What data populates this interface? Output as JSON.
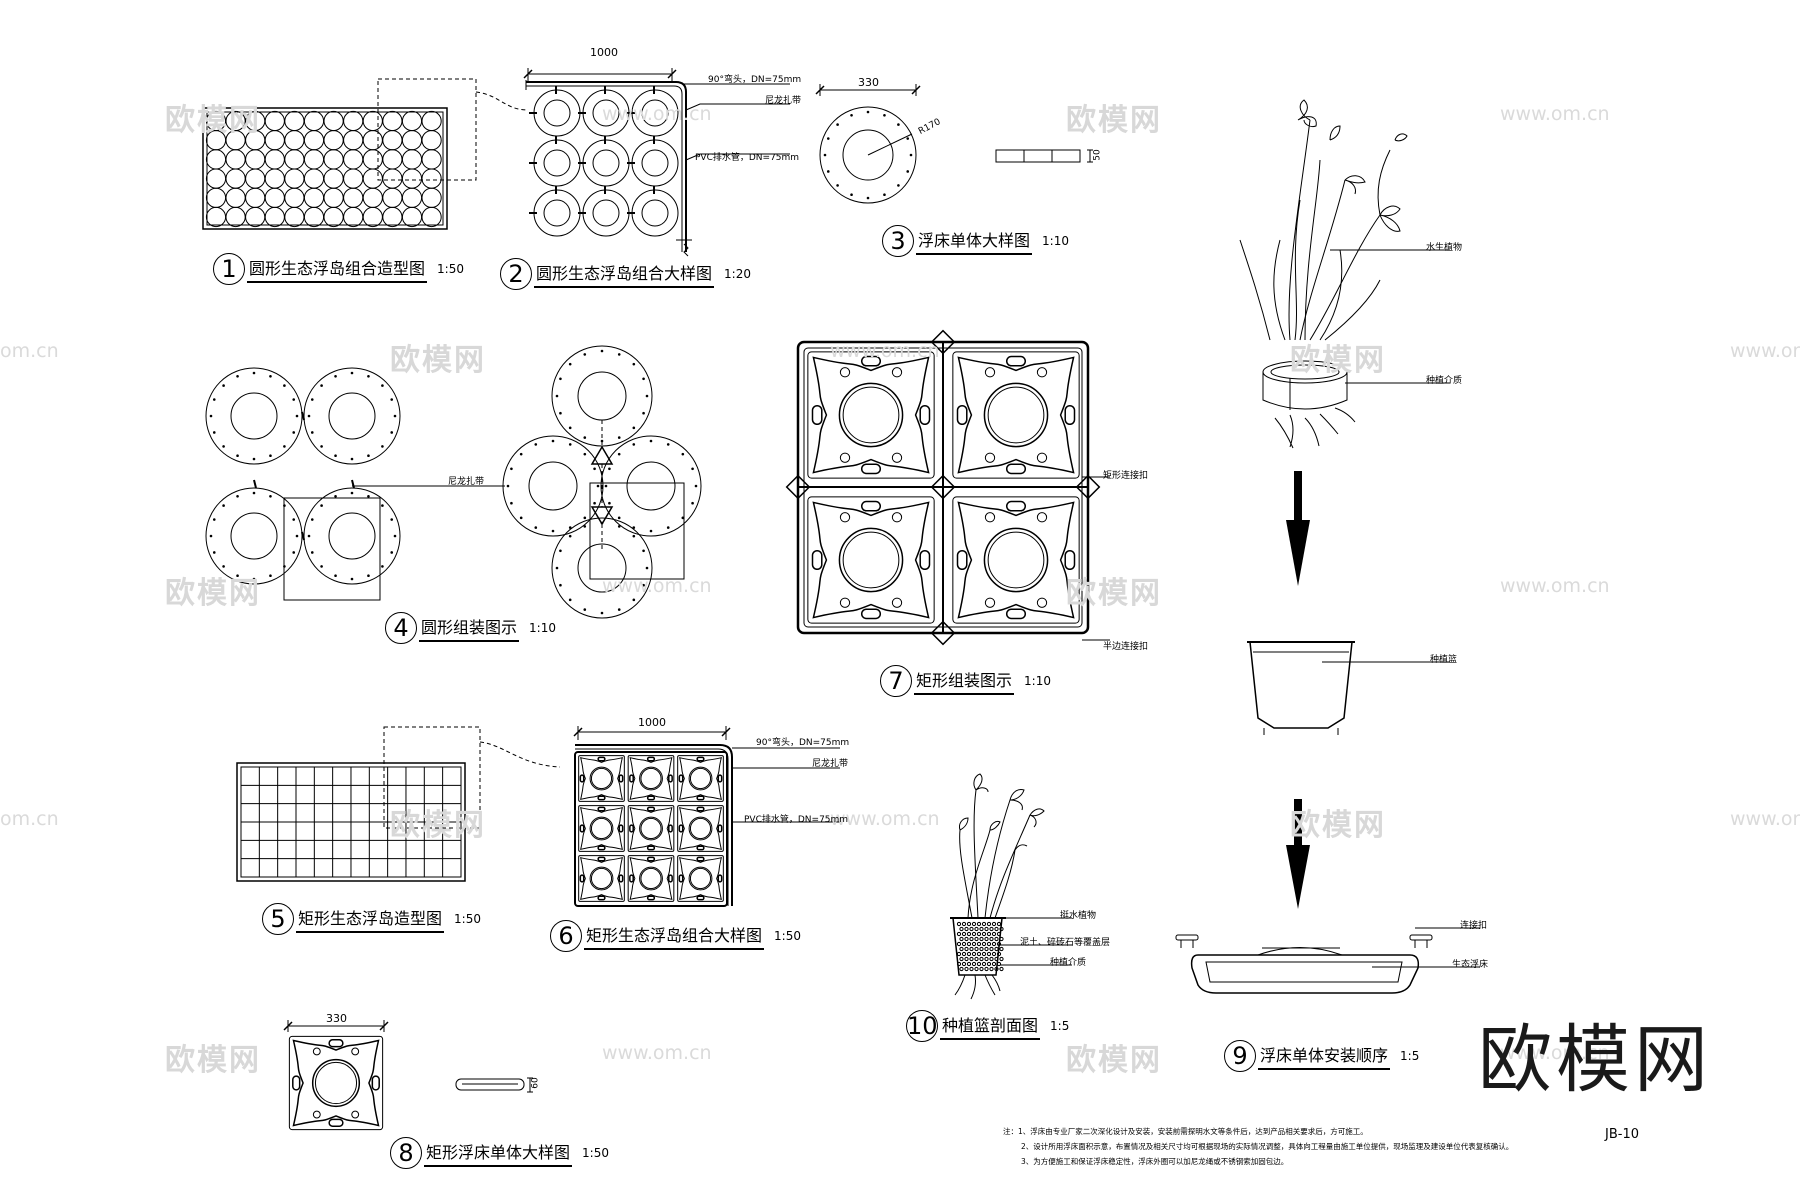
{
  "watermarks": {
    "brand": "欧模网",
    "url": "www.om.cn",
    "url_partial": "om.cn"
  },
  "big_logo": "欧模网",
  "titles": {
    "t1": {
      "num": "1",
      "text": "圆形生态浮岛组合造型图",
      "scale": "1:50"
    },
    "t2": {
      "num": "2",
      "text": "圆形生态浮岛组合大样图",
      "scale": "1:20"
    },
    "t3": {
      "num": "3",
      "text": "浮床单体大样图",
      "scale": "1:10"
    },
    "t4": {
      "num": "4",
      "text": "圆形组装图示",
      "scale": "1:10"
    },
    "t5": {
      "num": "5",
      "text": "矩形生态浮岛造型图",
      "scale": "1:50"
    },
    "t6": {
      "num": "6",
      "text": "矩形生态浮岛组合大样图",
      "scale": "1:50"
    },
    "t7": {
      "num": "7",
      "text": "矩形组装图示",
      "scale": "1:10"
    },
    "t8": {
      "num": "8",
      "text": "矩形浮床单体大样图",
      "scale": "1:50"
    },
    "t9": {
      "num": "9",
      "text": "浮床单体安装顺序",
      "scale": "1:5"
    },
    "t10": {
      "num": "10",
      "text": "种植篮剖面图",
      "scale": "1:5"
    }
  },
  "dims": {
    "d2_width": "1000",
    "d3_width": "330",
    "d3_radius": "R170",
    "d3_height": "50",
    "d6_width": "1000",
    "d8_width": "330",
    "d8_height": "60"
  },
  "labels": {
    "elbow": "90°弯头，DN=75mm",
    "nylon_tie": "尼龙扎带",
    "pvc_pipe": "PVC排水管，DN=75mm",
    "nylon_tie_4": "尼龙扎带",
    "rect_connector": "矩形连接扣",
    "half_connector": "半边连接扣",
    "aquatic_plant": "水生植物",
    "planting_medium": "种植介质",
    "planting_basket": "种植篮",
    "connector_buckle": "连接扣",
    "eco_float": "生态浮床",
    "aquatic_plant_10": "挺水植物",
    "gravel_cover": "泥土、碎砖石等覆盖层",
    "planting_medium_10": "种植介质"
  },
  "notes": [
    "注：1、浮床由专业厂家二次深化设计及安装，安装前需探明水文等条件后，达到产品相关要求后，方可施工。",
    "2、设计所用浮床面积示意，布置情况及相关尺寸均可根据现场的实际情况调整，具体向工程量由施工单位提供，现场监理及建设单位代表复核确认。",
    "3、为方便施工和保证浮床稳定性，浮床外圈可以加尼龙绳或不锈钢索加固包边。"
  ],
  "sheet_no": "JB-10"
}
